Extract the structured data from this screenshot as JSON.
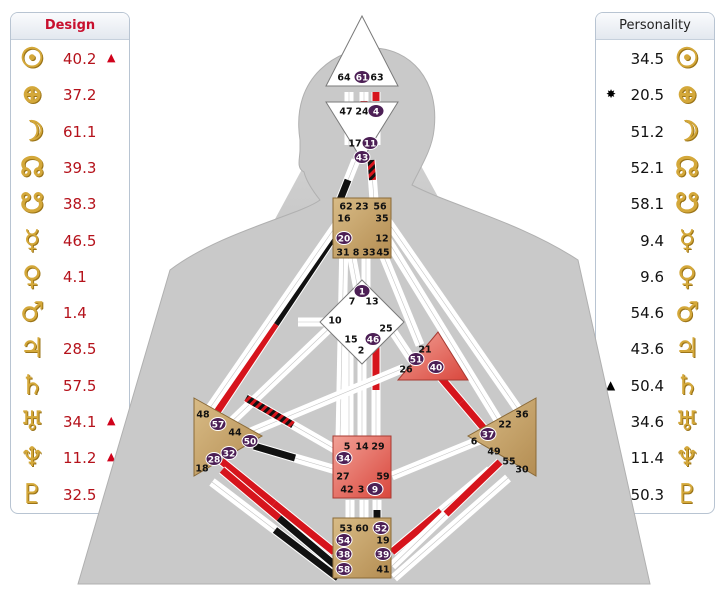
{
  "design": {
    "title": "Design",
    "rows": [
      {
        "planet": "sun-icon",
        "glyph": "☉",
        "value": "40.2",
        "marker": "▲"
      },
      {
        "planet": "earth-icon",
        "glyph": "⊕",
        "value": "37.2",
        "marker": ""
      },
      {
        "planet": "moon-icon",
        "glyph": "☽",
        "value": "61.1",
        "marker": ""
      },
      {
        "planet": "north-node-icon",
        "glyph": "☊",
        "value": "39.3",
        "marker": ""
      },
      {
        "planet": "south-node-icon",
        "glyph": "☋",
        "value": "38.3",
        "marker": ""
      },
      {
        "planet": "mercury-icon",
        "glyph": "☿",
        "value": "46.5",
        "marker": ""
      },
      {
        "planet": "venus-icon",
        "glyph": "♀",
        "value": "4.1",
        "marker": ""
      },
      {
        "planet": "mars-icon",
        "glyph": "♂",
        "value": "1.4",
        "marker": ""
      },
      {
        "planet": "jupiter-icon",
        "glyph": "♃",
        "value": "28.5",
        "marker": ""
      },
      {
        "planet": "saturn-icon",
        "glyph": "♄",
        "value": "57.5",
        "marker": ""
      },
      {
        "planet": "uranus-icon",
        "glyph": "♅",
        "value": "34.1",
        "marker": "▲"
      },
      {
        "planet": "neptune-icon",
        "glyph": "♆",
        "value": "11.2",
        "marker": "▲"
      },
      {
        "planet": "pluto-icon",
        "glyph": "♇",
        "value": "32.5",
        "marker": "▼"
      }
    ]
  },
  "personality": {
    "title": "Personality",
    "rows": [
      {
        "planet": "sun-icon",
        "glyph": "☉",
        "value": "34.5",
        "marker": ""
      },
      {
        "planet": "earth-icon",
        "glyph": "⊕",
        "value": "20.5",
        "marker": "✸"
      },
      {
        "planet": "moon-icon",
        "glyph": "☽",
        "value": "51.2",
        "marker": ""
      },
      {
        "planet": "north-node-icon",
        "glyph": "☊",
        "value": "52.1",
        "marker": ""
      },
      {
        "planet": "south-node-icon",
        "glyph": "☋",
        "value": "58.1",
        "marker": ""
      },
      {
        "planet": "mercury-icon",
        "glyph": "☿",
        "value": "9.4",
        "marker": ""
      },
      {
        "planet": "venus-icon",
        "glyph": "♀",
        "value": "9.6",
        "marker": ""
      },
      {
        "planet": "mars-icon",
        "glyph": "♂",
        "value": "54.6",
        "marker": ""
      },
      {
        "planet": "jupiter-icon",
        "glyph": "♃",
        "value": "43.6",
        "marker": ""
      },
      {
        "planet": "saturn-icon",
        "glyph": "♄",
        "value": "50.4",
        "marker": "▲"
      },
      {
        "planet": "uranus-icon",
        "glyph": "♅",
        "value": "34.6",
        "marker": "▲"
      },
      {
        "planet": "neptune-icon",
        "glyph": "♆",
        "value": "11.4",
        "marker": ""
      },
      {
        "planet": "pluto-icon",
        "glyph": "♇",
        "value": "50.3",
        "marker": ""
      }
    ]
  },
  "bodygraph": {
    "gates_plain": [
      "64",
      "63",
      "47",
      "24",
      "17",
      "62",
      "23",
      "56",
      "16",
      "35",
      "12",
      "31",
      "8",
      "33",
      "45",
      "7",
      "13",
      "10",
      "25",
      "15",
      "2",
      "21",
      "26",
      "5",
      "14",
      "29",
      "27",
      "59",
      "42",
      "3",
      "48",
      "44",
      "18",
      "6",
      "22",
      "36",
      "49",
      "55",
      "30",
      "53",
      "60",
      "19",
      "41"
    ],
    "gates_active": [
      "61",
      "4",
      "11",
      "43",
      "20",
      "1",
      "46",
      "51",
      "40",
      "34",
      "9",
      "57",
      "50",
      "28",
      "32",
      "37",
      "52",
      "54",
      "38",
      "39",
      "58"
    ]
  },
  "colors": {
    "design_red": "#d6141c",
    "personality_black": "#111111",
    "defined_center": "#c8a56c",
    "defined_red_center": "#e0645a",
    "open_center": "#ffffff",
    "gate_badge": "#4c1f55",
    "silhouette": "#c9c9c9"
  }
}
